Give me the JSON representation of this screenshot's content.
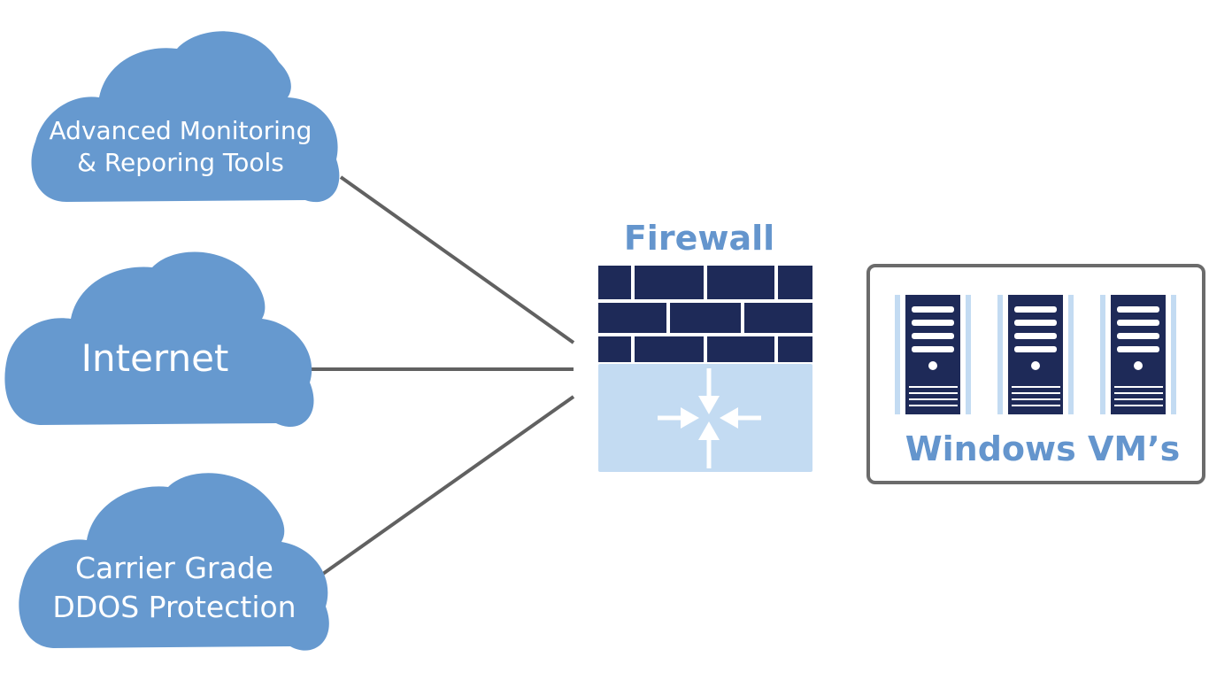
{
  "clouds": {
    "monitoring": {
      "line1": "Advanced Monitoring",
      "line2": "& Reporing Tools"
    },
    "internet": {
      "label": "Internet"
    },
    "ddos": {
      "line1": "Carrier Grade",
      "line2": "DDOS Protection"
    }
  },
  "firewall": {
    "label": "Firewall"
  },
  "vms": {
    "label": "Windows VM’s",
    "server_count": 3
  },
  "colors": {
    "cloud": "#6699cf",
    "line": "#616161",
    "brick": "#1e2a58",
    "firewall_lower": "#c3dbf2",
    "title": "#6495cd",
    "box_border": "#6b6b6b"
  },
  "icons": [
    "cloud-icon",
    "firewall-icon",
    "server-icon",
    "arrow-icon"
  ]
}
